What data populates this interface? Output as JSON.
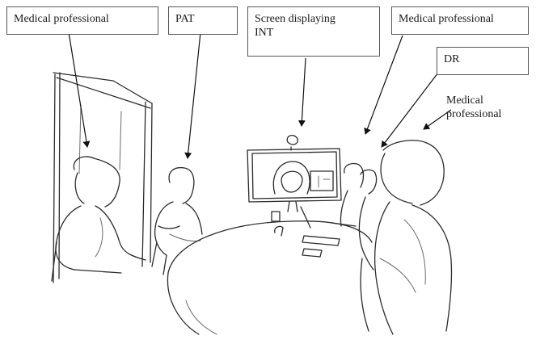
{
  "labels": {
    "medical_professional_left": "Medical professional",
    "pat": "PAT",
    "screen_displaying_int": "Screen displaying\nINT",
    "medical_professional_right": "Medical professional",
    "dr": "DR",
    "medical_professional_bottom_right": "Medical\nprofessional"
  },
  "colors": {
    "line": "#2b2b2b",
    "box_border": "#555555",
    "background": "#ffffff"
  }
}
